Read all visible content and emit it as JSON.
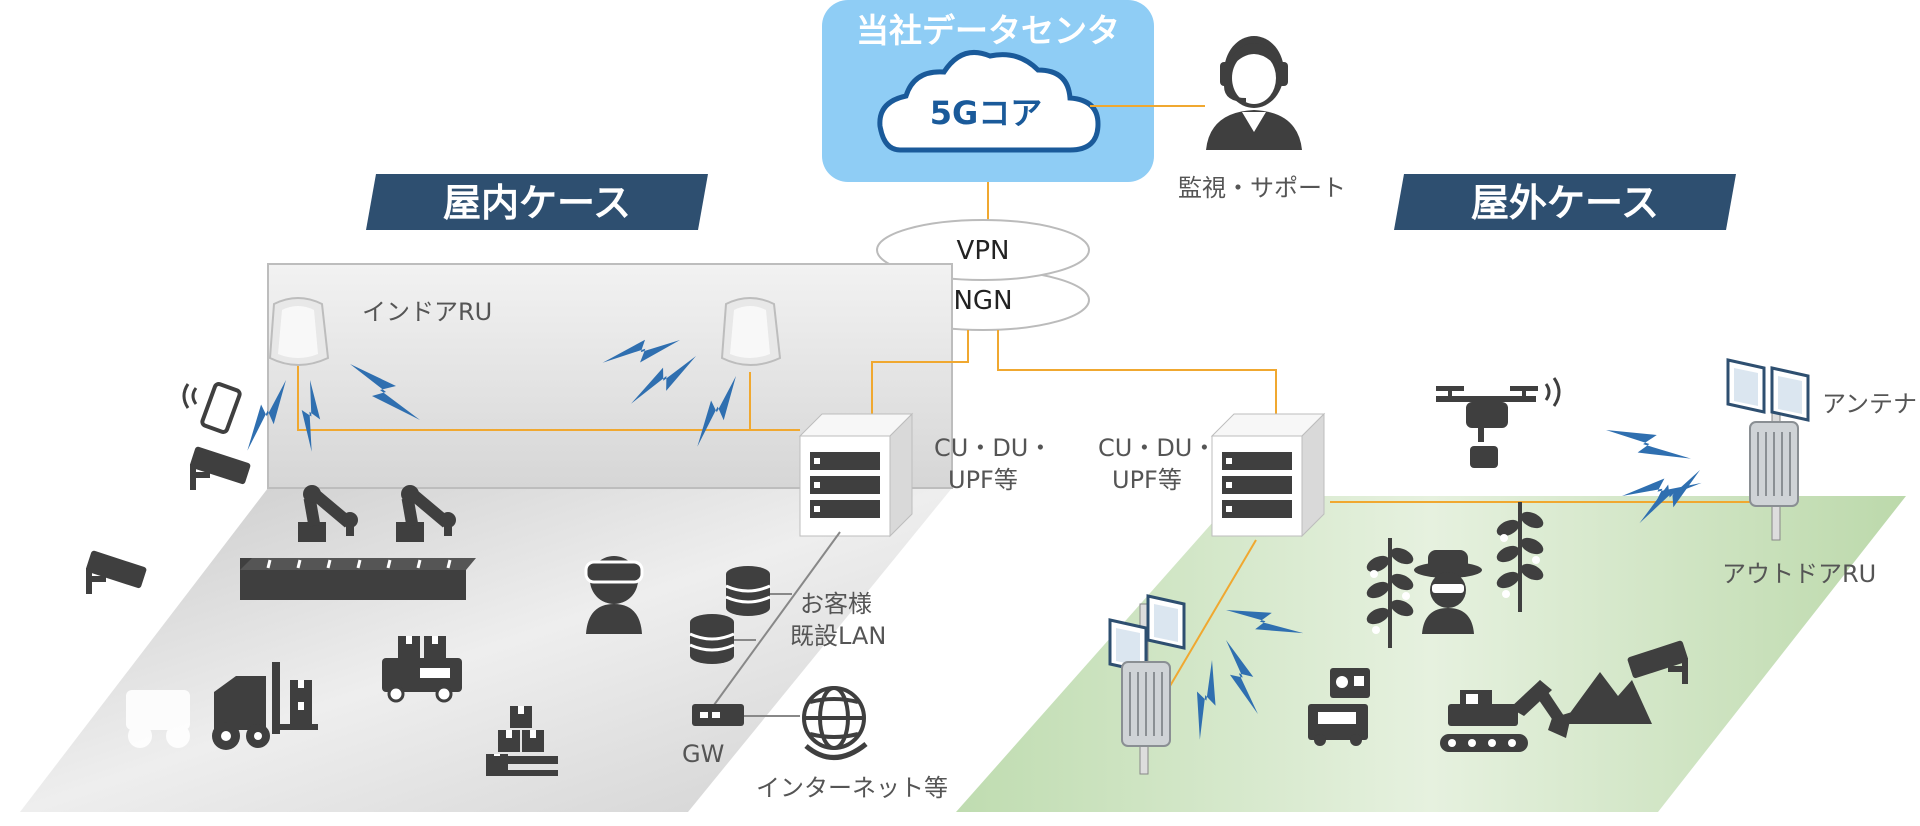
{
  "datacenter": {
    "title": "当社データセンタ",
    "core_label": "5Gコア"
  },
  "support": {
    "label": "監視・サポート"
  },
  "network": {
    "vpn": "VPN",
    "ngn": "NGN"
  },
  "indoor": {
    "banner": "屋内ケース",
    "ru_label": "インドアRU",
    "cu_label_line1": "CU・DU・",
    "cu_label_line2": "UPF等",
    "lan_label_line1": "お客様",
    "lan_label_line2": "既設LAN",
    "gw_label": "GW",
    "internet_label": "インターネット等"
  },
  "outdoor": {
    "banner": "屋外ケース",
    "cu_label_line1": "CU・DU・",
    "cu_label_line2": "UPF等",
    "antenna_label": "アンテナ",
    "ru_label": "アウトドアRU"
  },
  "colors": {
    "datacenter_bg": "#8fcdf5",
    "banner_bg": "#2e4f70",
    "link_line": "#f0a830",
    "indoor_floor": "#d9d9d9",
    "outdoor_floor": "#cfe6c3",
    "lightning": "#2f6fb0",
    "icon": "#3f3f3f"
  }
}
